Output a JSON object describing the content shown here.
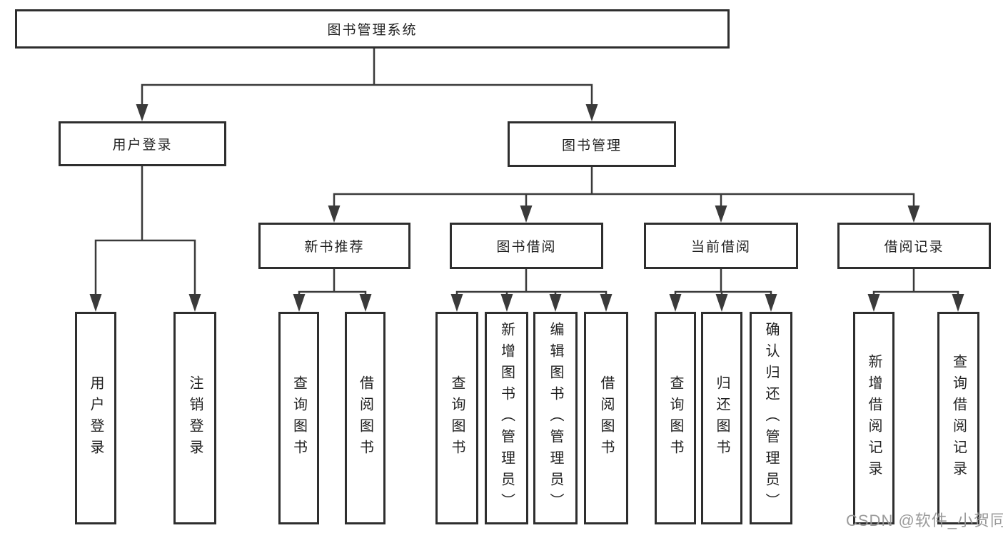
{
  "diagram_title": "图书管理系统",
  "nodes": {
    "root": "图书管理系统",
    "user_login": "用户登录",
    "book_mgmt": "图书管理",
    "new_books": "新书推荐",
    "book_borrow": "图书借阅",
    "current_borrow": "当前借阅",
    "borrow_records": "借阅记录",
    "leaf_user_login": "用户登录",
    "leaf_logout": "注销登录",
    "leaf_nb_query": "查询图书",
    "leaf_nb_borrow": "借阅图书",
    "leaf_bb_query": "查询图书",
    "leaf_bb_add": "新增图书（管理员）",
    "leaf_bb_edit": "编辑图书（管理员）",
    "leaf_bb_borrow": "借阅图书",
    "leaf_cb_query": "查询图书",
    "leaf_cb_return": "归还图书",
    "leaf_cb_confirm": "确认归还（管理员）",
    "leaf_br_add": "新增借阅记录",
    "leaf_br_query": "查询借阅记录"
  },
  "watermark": "CSDN @软件_小贺同学",
  "colors": {
    "background": "#ffffff",
    "box_border": "#2e2e2e",
    "connector_line": "#3a3a3a",
    "text": "#212121",
    "watermark": "#969696"
  }
}
